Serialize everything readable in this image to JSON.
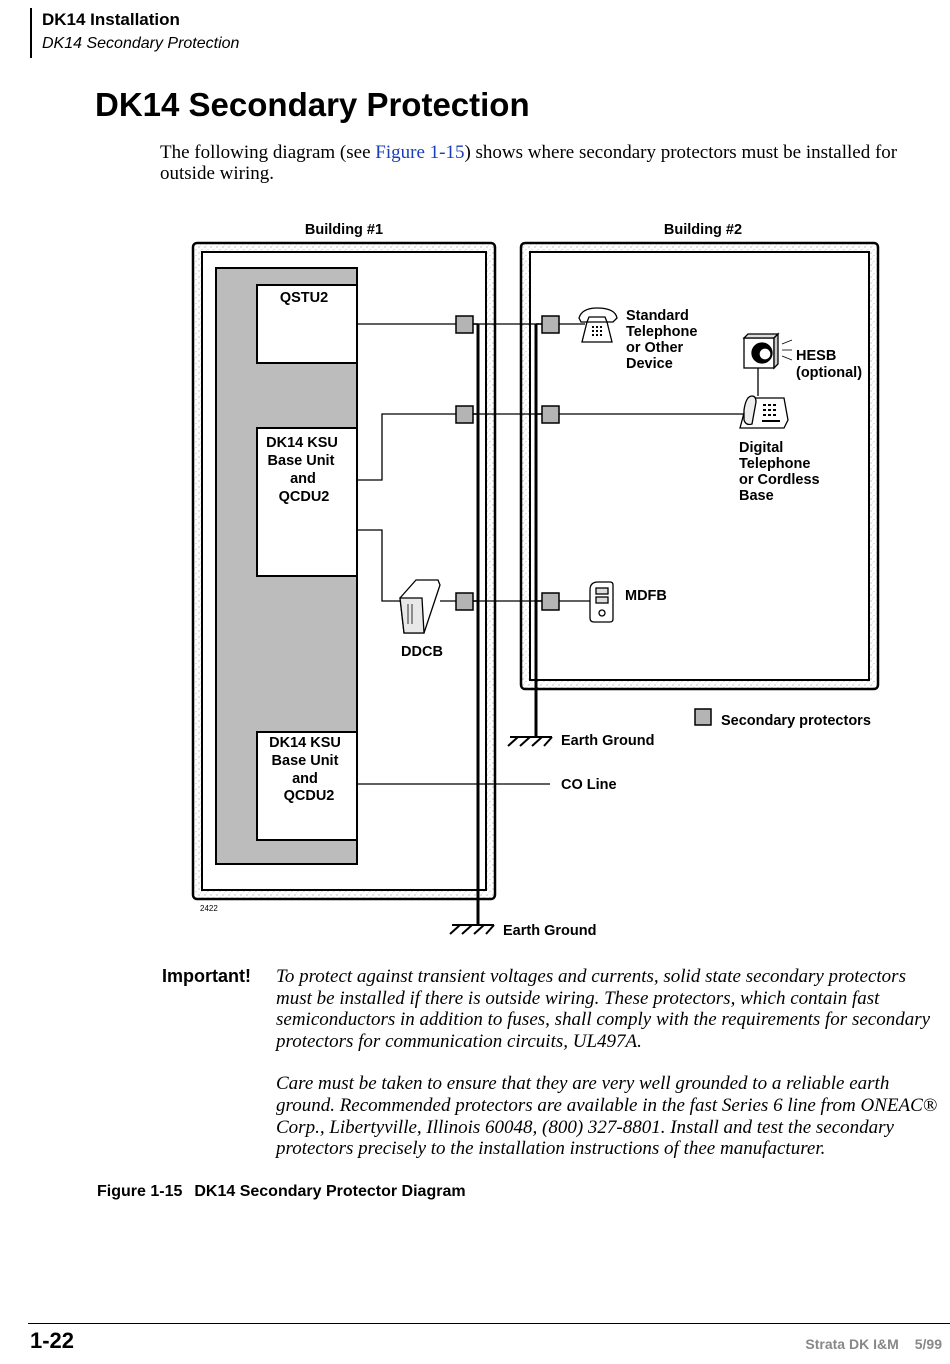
{
  "header": {
    "chapter": "DK14 Installation",
    "section": "DK14 Secondary Protection"
  },
  "title": "DK14 Secondary Protection",
  "intro": {
    "before_link": "The following diagram (see ",
    "link_text": "Figure 1-15",
    "after_link": ") shows where secondary protectors must be installed for outside wiring."
  },
  "diagram": {
    "building1_label": "Building #1",
    "building2_label": "Building #2",
    "qstu2_label": "QSTU2",
    "ksu1_lines": [
      "DK14 KSU",
      "Base Unit",
      "and",
      "QCDU2"
    ],
    "ksu2_lines": [
      "DK14 KSU",
      "Base Unit",
      "and",
      "QCDU2"
    ],
    "ddcb_label": "DDCB",
    "std_phone_lines": [
      "Standard",
      "Telephone",
      "or Other",
      "Device"
    ],
    "hesb_lines": [
      "HESB",
      "(optional)"
    ],
    "digital_phone_lines": [
      "Digital",
      "Telephone",
      "or Cordless",
      "Base"
    ],
    "mdfb_label": "MDFB",
    "legend_label": "Secondary protectors",
    "earth_ground_label_1": "Earth Ground",
    "co_line_label": "CO Line",
    "earth_ground_label_2": "Earth Ground",
    "figure_id": "2422",
    "colors": {
      "ksu_fill": "#bcbcbc",
      "protector_fill": "#b4b4b4",
      "wall_speckle": "#d8d8d8"
    }
  },
  "important": {
    "label": "Important!",
    "para1": "To protect against transient voltages and currents, solid state secondary protectors must be installed if there is outside wiring. These protectors, which contain fast semiconductors in addition to fuses, shall comply with the requirements for secondary protectors for communication circuits, UL497A.",
    "para2": "Care must be taken to ensure that they are very well grounded to a reliable earth ground. Recommended protectors are available in the fast Series 6 line from ONEAC® Corp., Libertyville, Illinois 60048, (800) 327-8801. Install and test the secondary protectors precisely to the installation instructions of thee manufacturer."
  },
  "caption": {
    "number": "Figure 1-15",
    "text": "DK14 Secondary Protector Diagram"
  },
  "footer": {
    "page": "1-22",
    "doc": "Strata DK I&M",
    "date": "5/99"
  }
}
